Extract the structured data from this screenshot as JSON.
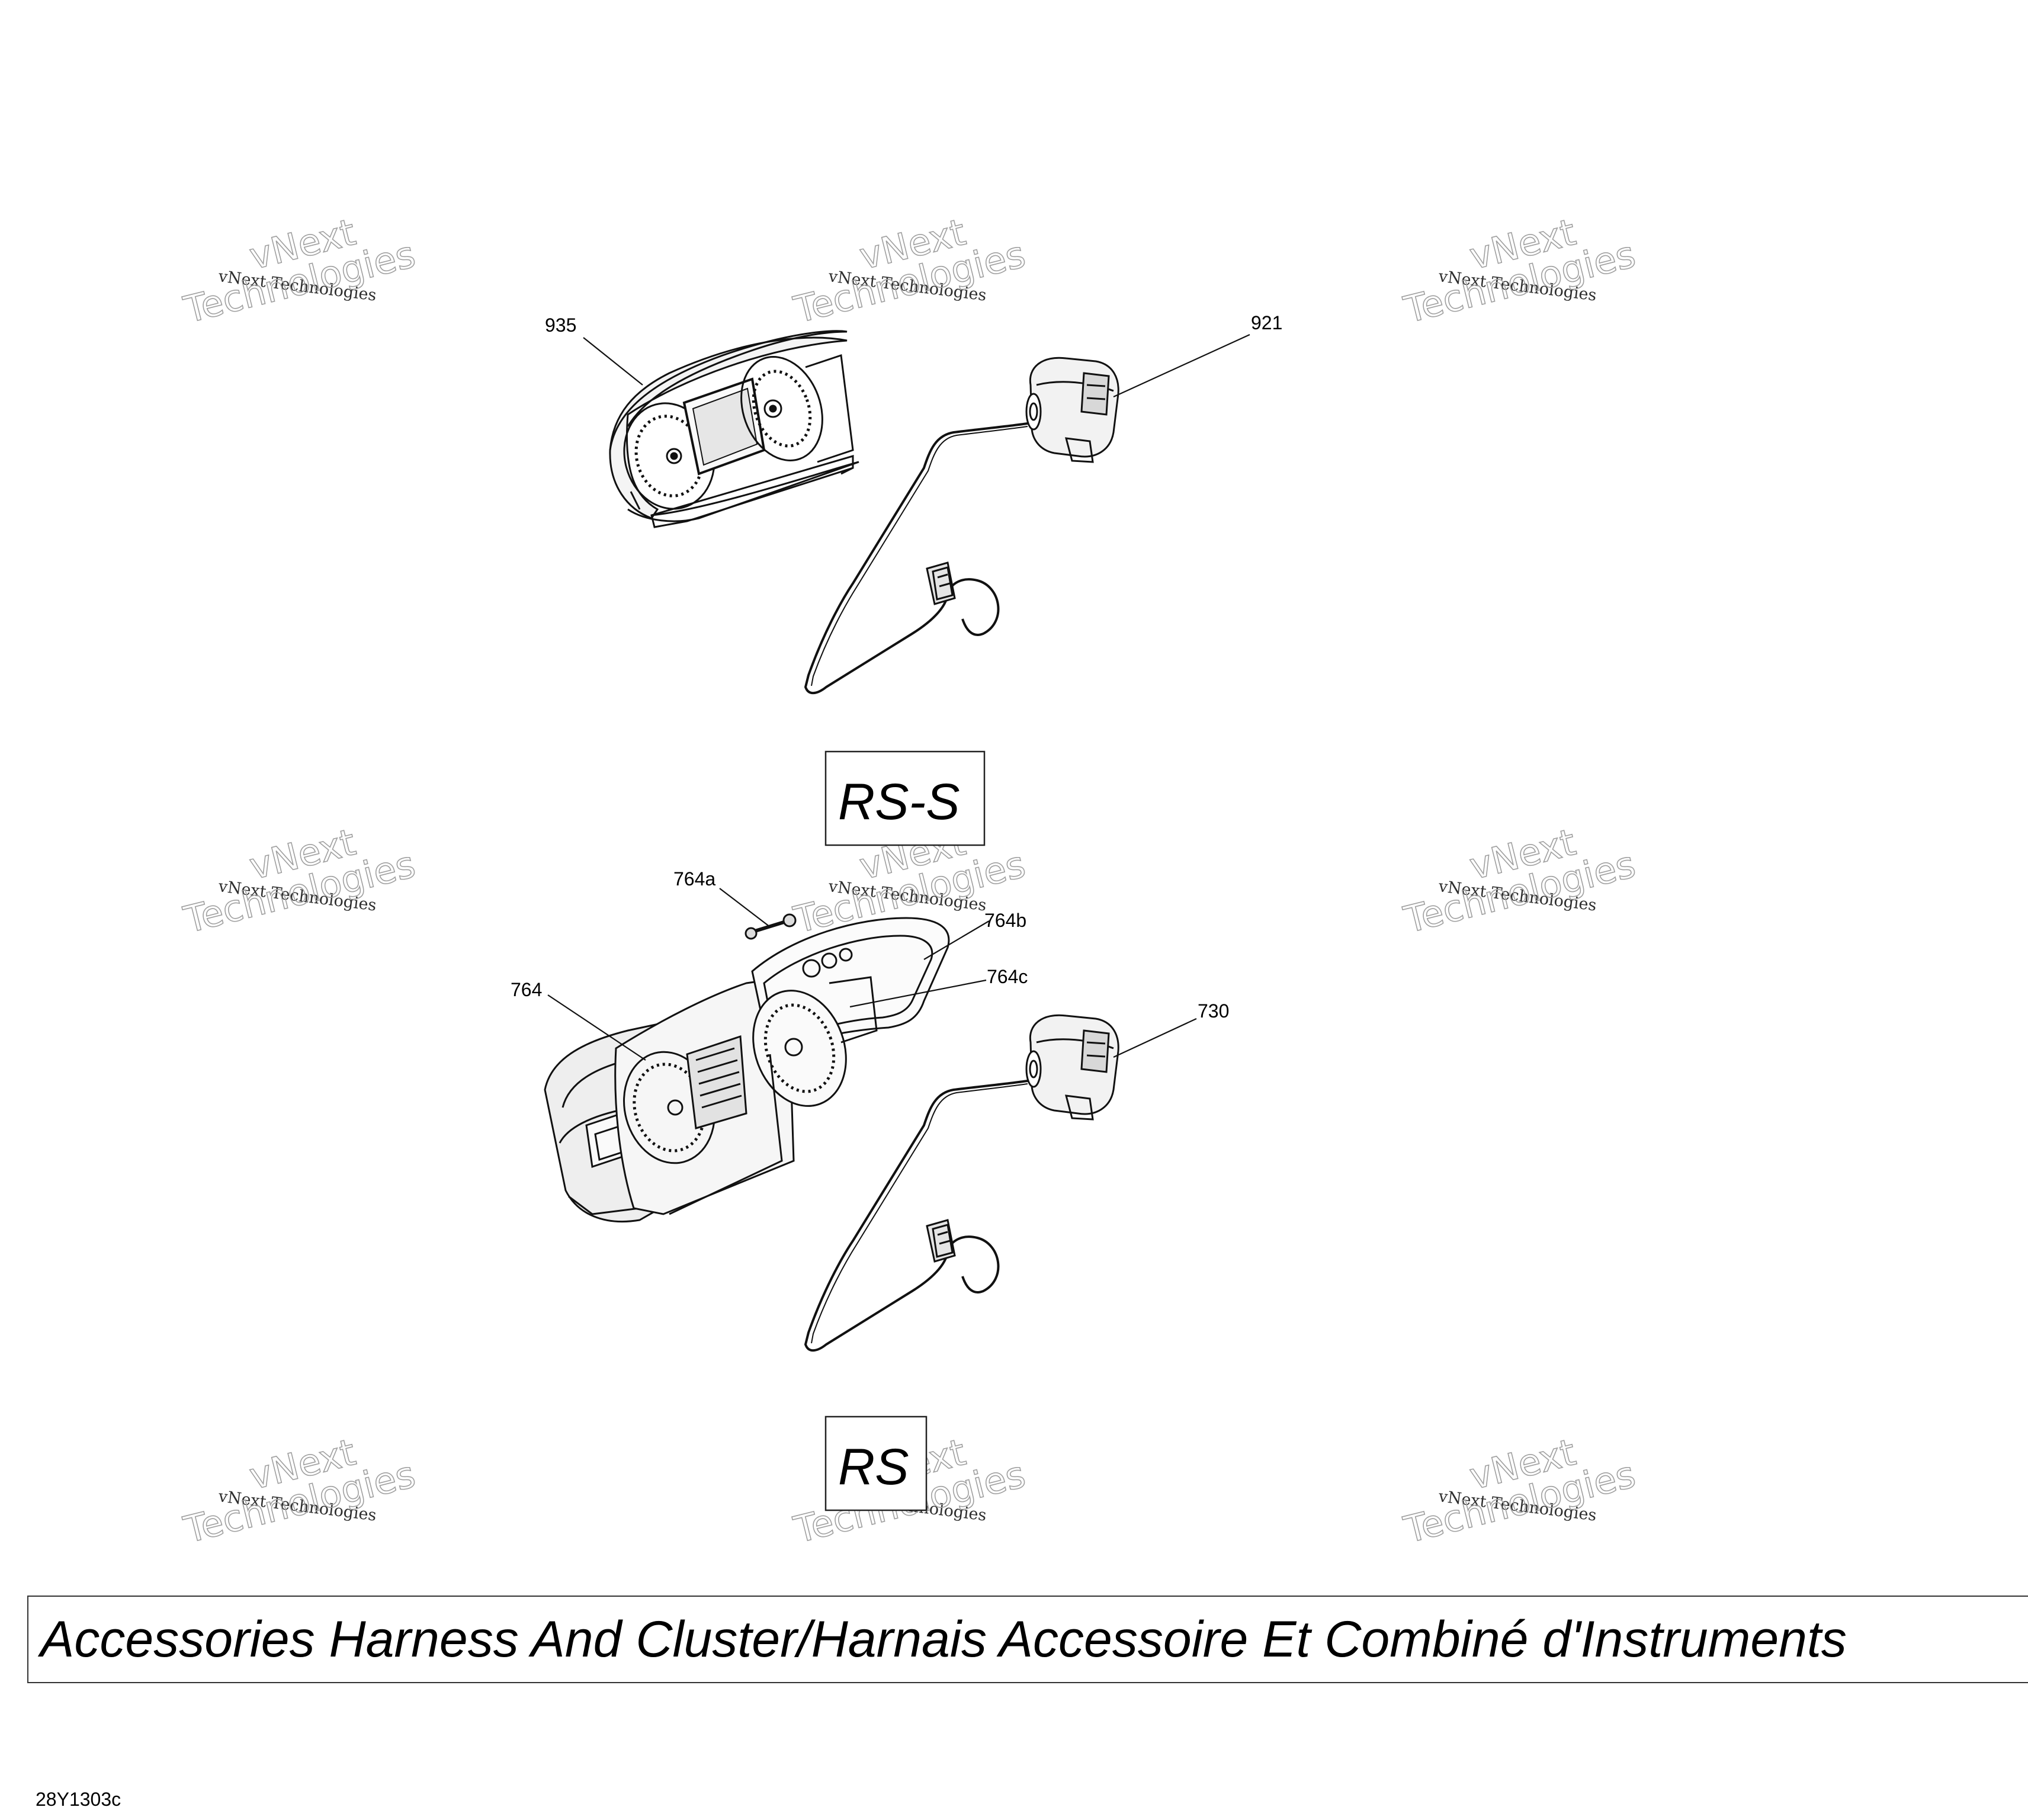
{
  "callouts": {
    "c935": "935",
    "c921": "921",
    "c764a": "764a",
    "c764b": "764b",
    "c764c": "764c",
    "c764": "764",
    "c730": "730"
  },
  "variants": {
    "upper": "RS-S",
    "lower": "RS"
  },
  "watermark": {
    "line1": "vNext",
    "line2": "vNext Technologies",
    "line3": "Technologies"
  },
  "title": "Accessories Harness And Cluster/Harnais Accessoire Et Combiné d'Instruments",
  "drawing_code": "28Y1303c"
}
